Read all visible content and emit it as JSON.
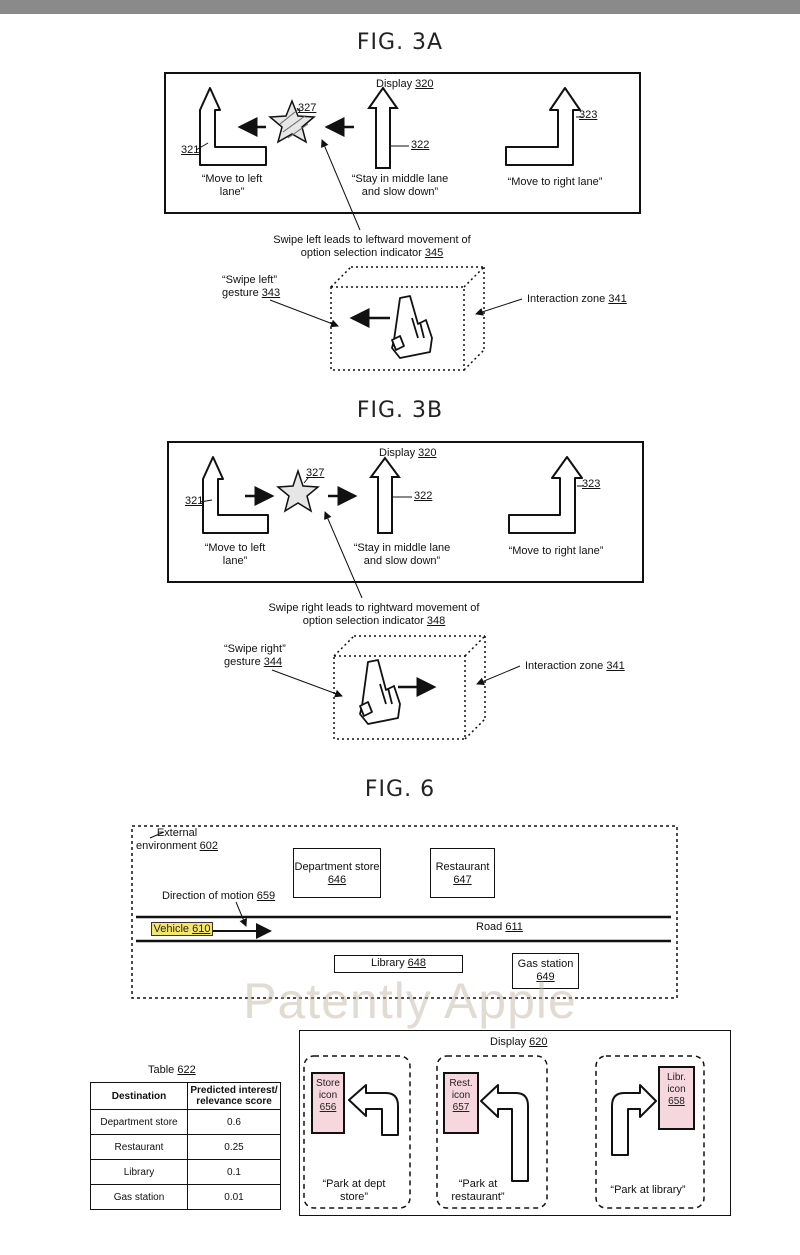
{
  "fig3a": {
    "title": "FIG. 3A",
    "display_label": "Display ",
    "display_ref": "320",
    "ref_left": "321",
    "ref_middle": "322",
    "ref_right": "323",
    "ref_star": "327",
    "opt_left_l1": "“Move to left",
    "opt_left_l2": "lane”",
    "opt_mid_l1": "“Stay in middle lane",
    "opt_mid_l2": "and slow down”",
    "opt_right": "“Move to right lane”",
    "caption_l1": "Swipe left leads to  leftward movement of",
    "caption_l2": "option selection indicator ",
    "caption_ref": "345",
    "gesture_l1": "“Swipe left”",
    "gesture_l2": "gesture ",
    "gesture_ref": "343",
    "zone_label": "Interaction zone ",
    "zone_ref": "341"
  },
  "fig3b": {
    "title": "FIG. 3B",
    "display_label": "Display ",
    "display_ref": "320",
    "ref_left": "321",
    "ref_middle": "322",
    "ref_right": "323",
    "ref_star": "327",
    "opt_left_l1": "“Move to left",
    "opt_left_l2": "lane”",
    "opt_mid_l1": "“Stay in middle lane",
    "opt_mid_l2": "and slow down”",
    "opt_right": "“Move to right lane”",
    "caption_l1": "Swipe right leads to rightward movement of",
    "caption_l2": "option selection indicator ",
    "caption_ref": "348",
    "gesture_l1": "“Swipe right”",
    "gesture_l2": "gesture ",
    "gesture_ref": "344",
    "zone_label": "Interaction zone ",
    "zone_ref": "341"
  },
  "fig6": {
    "title": "FIG. 6",
    "env_l1": "External",
    "env_l2": "environment ",
    "env_ref": "602",
    "dept_l1": "Department store",
    "dept_ref": "646",
    "rest_l1": "Restaurant",
    "rest_ref": "647",
    "direction_label": "Direction of motion ",
    "direction_ref": "659",
    "vehicle_label": "Vehicle ",
    "vehicle_ref": "610",
    "road_label": "Road ",
    "road_ref": "611",
    "library_label": "Library ",
    "library_ref": "648",
    "gas_l1": "Gas station",
    "gas_ref": "649",
    "display_label": "Display ",
    "display_ref": "620",
    "table_label": "Table ",
    "table_ref": "622",
    "table_headers": [
      "Destination",
      "Predicted interest/ relevance score"
    ],
    "table_rows": [
      [
        "Department store",
        "0.6"
      ],
      [
        "Restaurant",
        "0.25"
      ],
      [
        "Library",
        "0.1"
      ],
      [
        "Gas station",
        "0.01"
      ]
    ],
    "store_icon_l1": "Store",
    "store_icon_l2": "icon",
    "store_icon_ref": "656",
    "rest_icon_l1": "Rest.",
    "rest_icon_l2": "icon",
    "rest_icon_ref": "657",
    "libr_icon_l1": "Libr.",
    "libr_icon_l2": "icon",
    "libr_icon_ref": "658",
    "park_dept_l1": "“Park at dept",
    "park_dept_l2": "store”",
    "park_rest_l1": "“Park at",
    "park_rest_l2": "restaurant”",
    "park_library": "“Park at library”"
  },
  "watermark": "Patently Apple"
}
